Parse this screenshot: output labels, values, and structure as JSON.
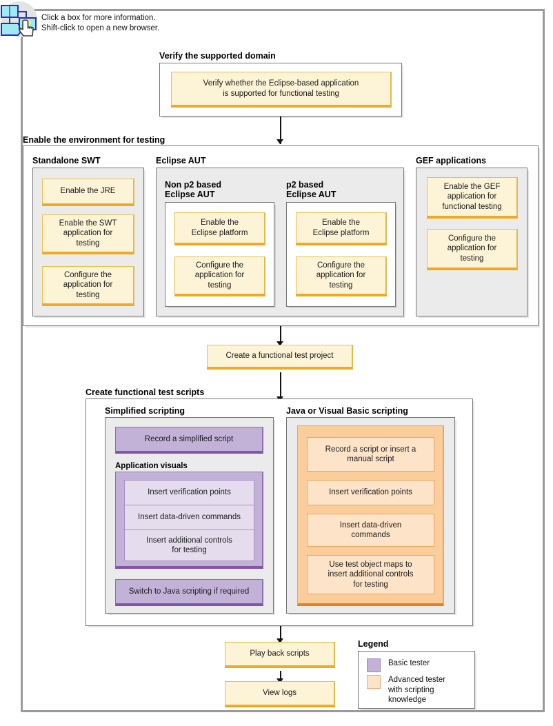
{
  "hint": {
    "icon": "diagram-click-cursor-icon",
    "line1": "Click a box for more information.",
    "line2": "Shift-click to open a new browser."
  },
  "sections": {
    "verify": {
      "title": "Verify the supported domain",
      "node": "Verify whether the Eclipse-based application\nis supported for functional testing"
    },
    "enable_env": {
      "title": "Enable the environment for testing",
      "standalone_swt": {
        "title": "Standalone SWT",
        "nodes": [
          "Enable the JRE",
          "Enable the SWT\napplication for\ntesting",
          "Configure the\napplication for\ntesting"
        ]
      },
      "eclipse_aut": {
        "title": "Eclipse AUT",
        "non_p2": {
          "title": "Non p2 based\nEclipse AUT",
          "nodes": [
            "Enable the\nEclipse platform",
            "Configure the\napplication for\ntesting"
          ]
        },
        "p2": {
          "title": "p2 based\nEclipse AUT",
          "nodes": [
            "Enable the\nEclipse platform",
            "Configure the\napplication for\ntesting"
          ]
        }
      },
      "gef": {
        "title": "GEF applications",
        "nodes": [
          "Enable the GEF\napplication for\nfunctional testing",
          "Configure the\napplication for\ntesting"
        ]
      }
    },
    "create_project": {
      "node": "Create a functional test project"
    },
    "create_scripts": {
      "title": "Create functional test scripts",
      "simplified": {
        "title": "Simplified scripting",
        "record": "Record a simplified script",
        "app_visuals_title": "Application visuals",
        "app_visuals_nodes": [
          "Insert verification points",
          "Insert data-driven commands",
          "Insert additional controls\nfor testing"
        ],
        "switch": "Switch to Java scripting if required"
      },
      "java_vb": {
        "title": "Java or Visual Basic scripting",
        "nodes": [
          "Record a script or insert a\nmanual script",
          "Insert verification points",
          "Insert data-driven\ncommands",
          "Use test object maps to\ninsert additional controls\nfor testing"
        ]
      }
    },
    "playback": {
      "node": "Play back scripts"
    },
    "viewlogs": {
      "node": "View logs"
    }
  },
  "legend": {
    "title": "Legend",
    "items": [
      {
        "swatch": "basic-tester-swatch",
        "label": "Basic tester"
      },
      {
        "swatch": "advanced-tester-swatch",
        "label": "Advanced tester\nwith scripting\nknowledge"
      }
    ]
  },
  "colors": {
    "yellow_fill": "#fdf3d7",
    "yellow_border": "#eeaa20",
    "purple_fill": "#c3b2d8",
    "purple_border": "#8255a8",
    "purple_light_fill": "#e5ddee",
    "orange_fill": "#fbcd9b",
    "orange_border": "#e8801f",
    "orange_light_fill": "#fde3c8",
    "group_gray": "#ebebeb",
    "frame_gray": "#9a9a9a"
  }
}
